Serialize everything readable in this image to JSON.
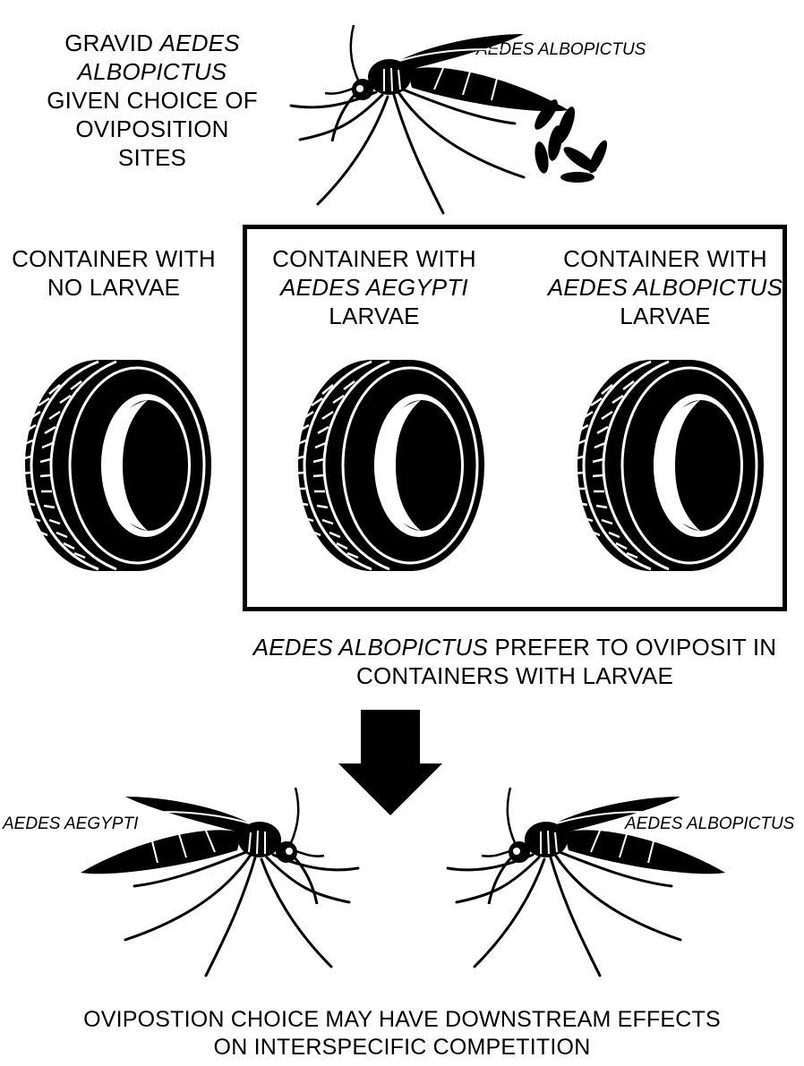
{
  "top": {
    "line1_a": "GRAVID ",
    "line1_b": "AEDES",
    "line2": "ALBOPICTUS",
    "line3": "GIVEN CHOICE OF",
    "line4": "OVIPOSITION",
    "line5": "SITES",
    "mosquito_label": "AEDES ALBOPICTUS"
  },
  "containers": [
    {
      "line1": "CONTAINER WITH",
      "line2": "NO LARVAE",
      "line3": ""
    },
    {
      "line1": "CONTAINER WITH",
      "line2": "AEDES AEGYPTI",
      "line3": "LARVAE"
    },
    {
      "line1": "CONTAINER WITH",
      "line2": "AEDES ALBOPICTUS",
      "line3": "LARVAE"
    }
  ],
  "preference": {
    "italic": "AEDES ALBOPICTUS",
    "rest": " PREFER TO OVIPOSIT IN",
    "line2": "CONTAINERS WITH LARVAE"
  },
  "bottom": {
    "left_label": "AEDES AEGYPTI",
    "right_label": "AEDES ALBOPICTUS",
    "line1": "OVIPOSTION CHOICE MAY HAVE DOWNSTREAM EFFECTS",
    "line2": "ON INTERSPECIFIC COMPETITION"
  },
  "colors": {
    "ink": "#000000",
    "paper": "#ffffff"
  }
}
